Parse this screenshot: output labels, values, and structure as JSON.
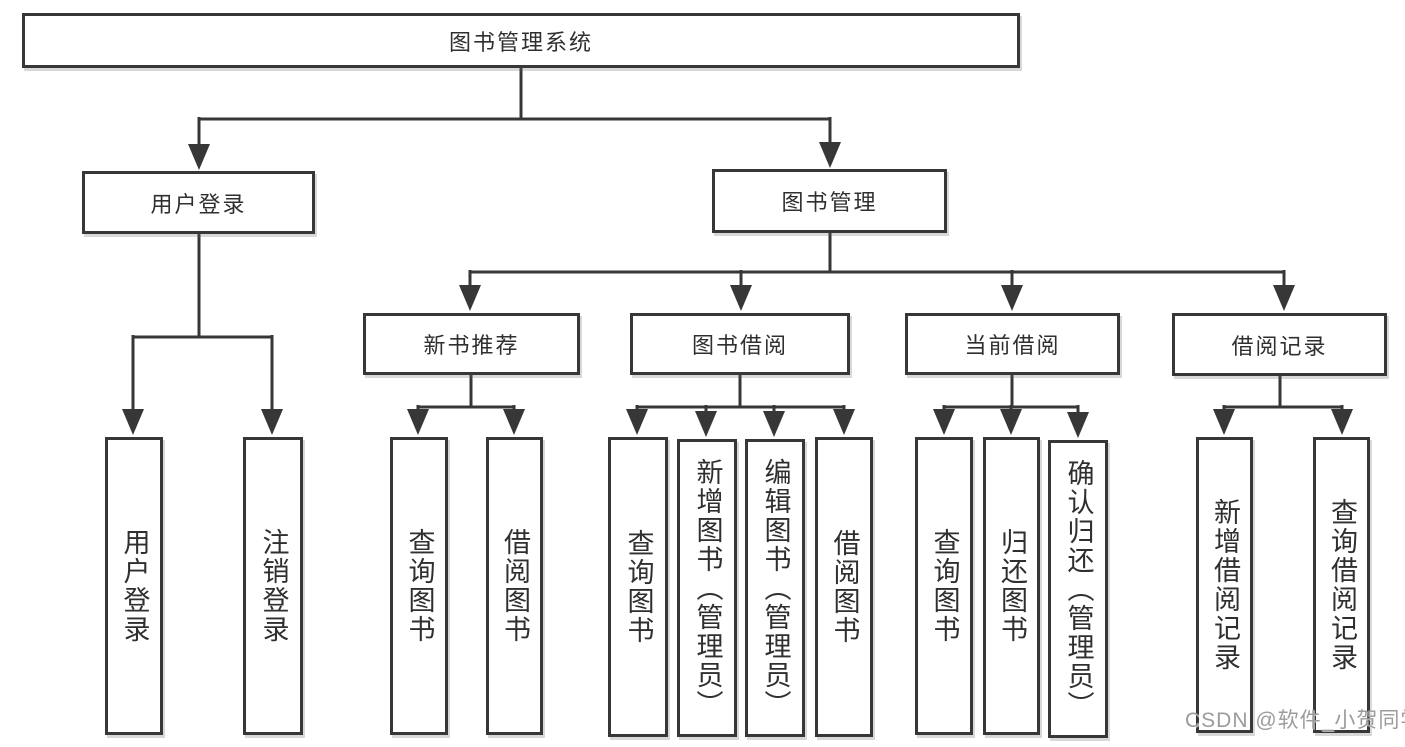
{
  "title": "图书管理系统",
  "colors": {
    "line": "#373737",
    "text": "#2f2f2f",
    "box_bg": "#ffffff",
    "page_bg": "#ffffff",
    "watermark": "#9c9c9c"
  },
  "tree": {
    "label": "图书管理系统",
    "children": [
      {
        "label": "用户登录",
        "children": [
          {
            "label": "用户登录"
          },
          {
            "label": "注销登录"
          }
        ]
      },
      {
        "label": "图书管理",
        "children": [
          {
            "label": "新书推荐",
            "children": [
              {
                "label": "查询图书"
              },
              {
                "label": "借阅图书"
              }
            ]
          },
          {
            "label": "图书借阅",
            "children": [
              {
                "label": "查询图书"
              },
              {
                "label": "新增图书（管理员）"
              },
              {
                "label": "编辑图书（管理员）"
              },
              {
                "label": "借阅图书"
              }
            ]
          },
          {
            "label": "当前借阅",
            "children": [
              {
                "label": "查询图书"
              },
              {
                "label": "归还图书"
              },
              {
                "label": "确认归还（管理员）"
              }
            ]
          },
          {
            "label": "借阅记录",
            "children": [
              {
                "label": "新增借阅记录"
              },
              {
                "label": "查询借阅记录"
              }
            ]
          }
        ]
      }
    ]
  },
  "watermark": {
    "text": "CSDN @软件_小贺同学"
  }
}
